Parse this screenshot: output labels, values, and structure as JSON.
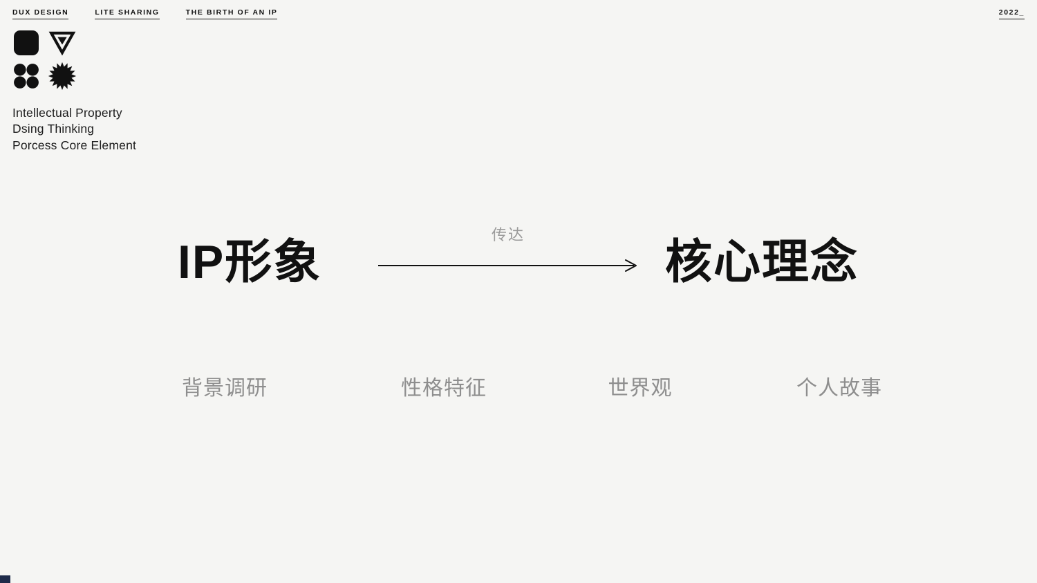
{
  "header": {
    "items": [
      "DUX DESIGN",
      "LITE SHARING",
      "THE BIRTH OF AN IP"
    ],
    "year": "2022_"
  },
  "brand_block": {
    "icons": [
      "rounded-square-icon",
      "triangle-icon",
      "four-dots-icon",
      "starburst-icon"
    ],
    "lines": [
      "Intellectual Property",
      "Dsing Thinking",
      "Porcess Core Element"
    ]
  },
  "diagram": {
    "source": "IP形象",
    "arrow_label": "传达",
    "target": "核心理念",
    "elements": [
      "背景调研",
      "性格特征",
      "世界观",
      "个人故事"
    ]
  },
  "colors": {
    "background": "#f5f5f3",
    "ink": "#111111",
    "muted": "#8e8e8e",
    "accent": "#1f2b4a"
  }
}
